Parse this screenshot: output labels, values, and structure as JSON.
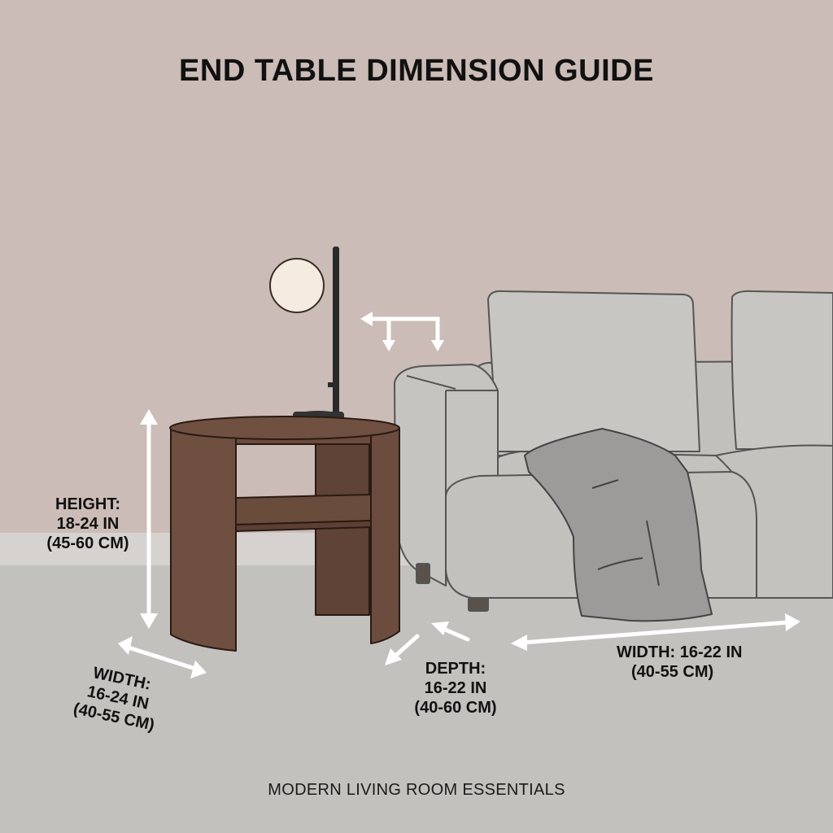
{
  "title": "END TABLE DIMENSION GUIDE",
  "footer": "MODERN LIVING ROOM ESSENTIALS",
  "colors": {
    "wall": "#cbbcb7",
    "floor": "#c3c1be",
    "baseboard": "#d6d2cf",
    "wood": "#6e4f40",
    "wood_dark": "#5a3f33",
    "sofa": "#c6c4c1",
    "throw": "#9d9b99",
    "lamp_globe": "#f5ebe0",
    "lamp_metal": "#2a2a2a",
    "arrow": "#ffffff",
    "text": "#111111"
  },
  "labels": {
    "height": {
      "line1": "HEIGHT:",
      "line2": "18-24 IN",
      "line3": "(45-60 CM)"
    },
    "table_width": {
      "line1": "WIDTH:",
      "line2": "16-24 IN",
      "line3": "(40-55 CM)"
    },
    "depth": {
      "line1": "DEPTH:",
      "line2": "16-22 IN",
      "line3": "(40-60 CM)"
    },
    "sofa_width": {
      "line1": "WIDTH: 16-22 IN",
      "line2": "(40-55 CM)"
    }
  },
  "objects": {
    "end_table": "Oval walnut end table with open shelf",
    "lamp": "Black table lamp with globe shade",
    "sofa": "Light gray sofa with throw blanket"
  }
}
